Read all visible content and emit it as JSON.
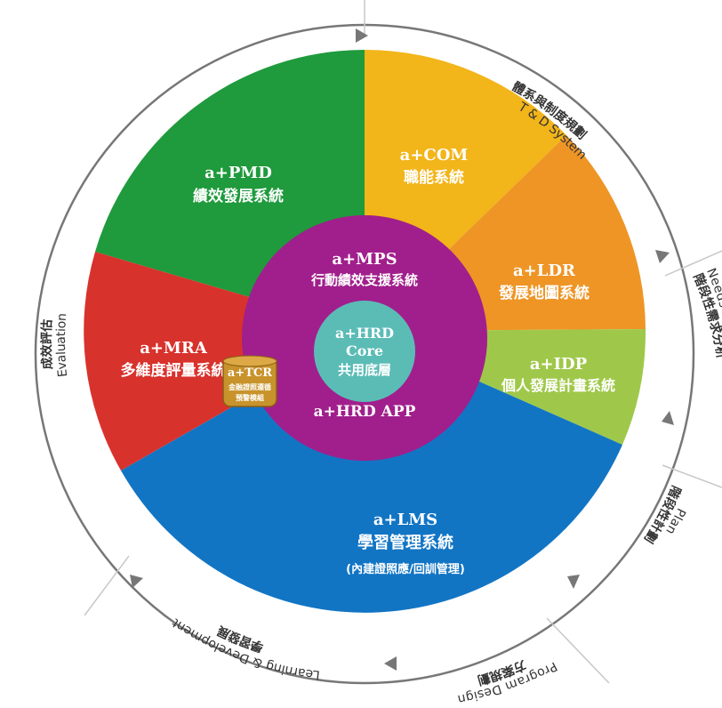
{
  "colors": {
    "pmd": "#1f9a3c",
    "com": "#f2b51a",
    "ldr": "#ee9526",
    "idp": "#9fc84a",
    "lms": "#1275c4",
    "mra": "#d8322c",
    "mps_ring": "#a11f8c",
    "core": "#5bbcb6",
    "ring": "#777777",
    "tcr": "#c8932b"
  },
  "segments": {
    "com": {
      "title": "a+COM",
      "name": "職能系統"
    },
    "ldr": {
      "title": "a+LDR",
      "name": "發展地圖系統"
    },
    "idp": {
      "title": "a+IDP",
      "name": "個人發展計畫系統"
    },
    "lms": {
      "title": "a+LMS",
      "name": "學習管理系統",
      "note": "(內建證照應/回訓管理)"
    },
    "mra": {
      "title": "a+MRA",
      "name": "多維度評量系統"
    },
    "pmd": {
      "title": "a+PMD",
      "name": "績效發展系統"
    }
  },
  "mps": {
    "title": "a+MPS",
    "name": "行動績效支援系統"
  },
  "app": {
    "title": "a+HRD APP"
  },
  "core": {
    "title": "a+HRD",
    "line2": "Core",
    "line3": "共用底層"
  },
  "tcr": {
    "title": "a+TCR",
    "line2": "金融證照遵循",
    "line3": "預警模組"
  },
  "stages": {
    "td": {
      "zh": "體系與制度規劃",
      "en": "T & D System"
    },
    "needs": {
      "zh": "階段性需求分析",
      "en": "Needs Analysis"
    },
    "plan": {
      "zh": "階段性計劃",
      "en": "Plan"
    },
    "program": {
      "zh": "方案規劃",
      "en": "Program Design"
    },
    "learning": {
      "zh": "學習發展",
      "en": "Learning & Development"
    },
    "evaluation": {
      "zh": "成效評估",
      "en": "Evaluation"
    }
  }
}
